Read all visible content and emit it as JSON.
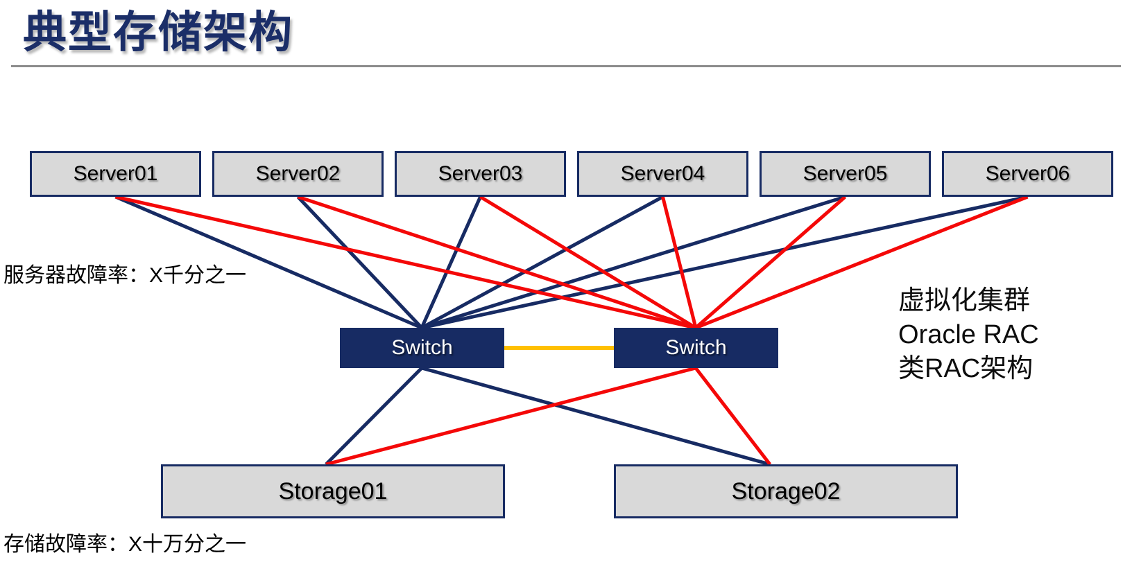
{
  "title": "典型存储架构",
  "labels": {
    "server_fail_rate": "服务器故障率：X千分之一",
    "storage_fail_rate": "存储故障率：X十万分之一"
  },
  "annotation": {
    "line1": "虚拟化集群",
    "line2": "Oracle RAC",
    "line3": "类RAC架构"
  },
  "nodes": {
    "servers": [
      {
        "id": "server01",
        "label": "Server01"
      },
      {
        "id": "server02",
        "label": "Server02"
      },
      {
        "id": "server03",
        "label": "Server03"
      },
      {
        "id": "server04",
        "label": "Server04"
      },
      {
        "id": "server05",
        "label": "Server05"
      },
      {
        "id": "server06",
        "label": "Server06"
      }
    ],
    "switches": [
      {
        "id": "switch1",
        "label": "Switch"
      },
      {
        "id": "switch2",
        "label": "Switch"
      }
    ],
    "storages": [
      {
        "id": "storage01",
        "label": "Storage01"
      },
      {
        "id": "storage02",
        "label": "Storage02"
      }
    ]
  },
  "connections": [
    {
      "from": "server01.bottom",
      "to": "switch1.top",
      "color": "navy"
    },
    {
      "from": "server02.bottom",
      "to": "switch1.top",
      "color": "navy"
    },
    {
      "from": "server03.bottom",
      "to": "switch1.top",
      "color": "navy"
    },
    {
      "from": "server04.bottom",
      "to": "switch1.top",
      "color": "navy"
    },
    {
      "from": "server05.bottom",
      "to": "switch1.top",
      "color": "navy"
    },
    {
      "from": "server06.bottom",
      "to": "switch1.top",
      "color": "navy"
    },
    {
      "from": "switch1.bottom",
      "to": "storage01.top",
      "color": "navy"
    },
    {
      "from": "switch1.bottom",
      "to": "storage02.top",
      "color": "navy"
    },
    {
      "from": "server01.bottom",
      "to": "switch2.top",
      "color": "red"
    },
    {
      "from": "server02.bottom",
      "to": "switch2.top",
      "color": "red"
    },
    {
      "from": "server03.bottom",
      "to": "switch2.top",
      "color": "red"
    },
    {
      "from": "server04.bottom",
      "to": "switch2.top",
      "color": "red"
    },
    {
      "from": "server05.bottom",
      "to": "switch2.top",
      "color": "red"
    },
    {
      "from": "server06.bottom",
      "to": "switch2.top",
      "color": "red"
    },
    {
      "from": "switch2.bottom",
      "to": "storage01.top",
      "color": "red"
    },
    {
      "from": "switch2.bottom",
      "to": "storage02.top",
      "color": "red"
    },
    {
      "from": "switch1.right",
      "to": "switch2.left",
      "color": "yellow"
    }
  ],
  "colors": {
    "navy": "#172b63",
    "red": "#f40808",
    "yellow": "#ffc000",
    "box_fill": "#d9d9d9",
    "box_border": "#172b63",
    "switch_fill": "#172b63",
    "switch_text": "#ffffff",
    "separator": "#8c8c8c",
    "title": "#1b2e68",
    "text": "#000000"
  }
}
